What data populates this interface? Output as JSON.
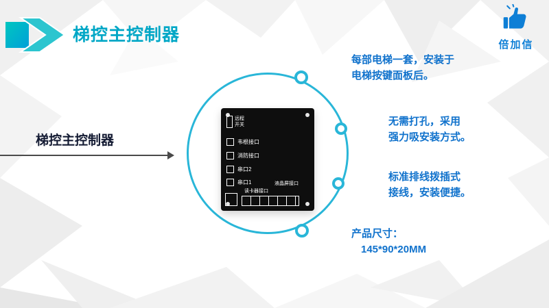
{
  "header": {
    "title": "梯控主控制器"
  },
  "brand": {
    "name": "倍加信"
  },
  "left_label": "梯控主控制器",
  "bullets": [
    {
      "lines": [
        "每部电梯一套，安装于",
        "电梯按键面板后。"
      ]
    },
    {
      "lines": [
        "无需打孔，采用",
        "强力吸安装方式。"
      ]
    },
    {
      "lines": [
        "标准排线拨插式",
        "接线，安装便捷。"
      ]
    }
  ],
  "dimensions": {
    "label": "产品尺寸：",
    "value": "145*90*20MM"
  },
  "pcb": {
    "labels": [
      "远程",
      "开关",
      "韦根接口",
      "消防接口",
      "串口2",
      "串口1",
      "液晶屏接口",
      "读卡器接口"
    ]
  },
  "colors": {
    "accent_cyan": "#29b6d8",
    "title_teal": "#00a7c6",
    "bullet_blue": "#1072cc",
    "brand_blue": "#0e7fd6"
  }
}
